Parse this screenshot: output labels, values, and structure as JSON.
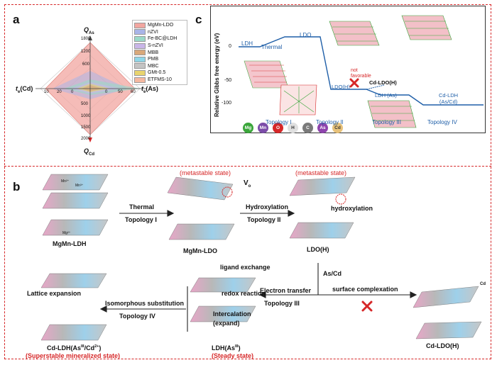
{
  "panel_a": {
    "letter": "a",
    "axes": {
      "top": "Q",
      "top_sub": "As",
      "bottom": "Q",
      "bottom_sub": "Cd",
      "left": "t",
      "left_sub": "e",
      "left_suffix": "(Cd)",
      "right": "t",
      "right_sub": "e",
      "right_suffix": "(As)"
    },
    "ticks_top": [
      "1800",
      "1200",
      "600"
    ],
    "ticks_bottom": [
      "500",
      "1000",
      "1500",
      "2000"
    ],
    "ticks_left": [
      "10",
      "20",
      "0"
    ],
    "ticks_right": [
      "0",
      "50",
      "60"
    ],
    "legend": [
      {
        "label": "MgMn-LDO",
        "color": "#f2a6a0"
      },
      {
        "label": "nZVI",
        "color": "#a9b4e8"
      },
      {
        "label": "Fe-BC@LDH",
        "color": "#9ad9c8"
      },
      {
        "label": "S-nZVI",
        "color": "#c9b6e8"
      },
      {
        "label": "MBB",
        "color": "#d9a87a"
      },
      {
        "label": "PMB",
        "color": "#8fd6e8"
      },
      {
        "label": "MBC",
        "color": "#c4c4c4"
      },
      {
        "label": "GMt-0.5",
        "color": "#e8d46e"
      },
      {
        "label": "ETFMS-10",
        "color": "#f5b8a0"
      }
    ]
  },
  "panel_c": {
    "letter": "c",
    "ylabel": "Relative Gibbs free energy (eV)",
    "yticks": [
      "0",
      "-50",
      "-100"
    ],
    "states": {
      "ldh": "LDH",
      "thermal": "Thermal",
      "ldo": "LDO",
      "ldoh": "LDO(H)",
      "not_favorable_1": "not",
      "not_favorable_2": "favorable",
      "cd_ldoh": "Cd-LDO(H)",
      "ldh_as": "LDH (As)",
      "cd_ldh": "Cd-LDH",
      "cd_ldh_sub": "(As/Cd)"
    },
    "atoms": [
      {
        "symbol": "Mg",
        "color": "#3aa63a"
      },
      {
        "symbol": "Mn",
        "color": "#7b4ca8"
      },
      {
        "symbol": "O",
        "color": "#d62728"
      },
      {
        "symbol": "H",
        "color": "#e0e0e0"
      },
      {
        "symbol": "C",
        "color": "#7a7a7a"
      },
      {
        "symbol": "As",
        "color": "#8e44ad"
      },
      {
        "symbol": "Cd",
        "color": "#e8c27a"
      }
    ],
    "topologies": [
      "Topology I",
      "Topology II",
      "Topology III",
      "Topology IV"
    ]
  },
  "panel_b": {
    "letter": "b",
    "metastable_1": "(metastable state)",
    "metastable_2": "(metastable state)",
    "vo": "V",
    "vo_sub": "o",
    "mn2": "Mn²⁺",
    "mn3": "Mn³⁺",
    "mg2": "Mg²⁺",
    "mgmn_ldh": "MgMn-LDH",
    "thermal": "Thermal",
    "topology1": "Topology I",
    "mgmn_ldo": "MgMn-LDO",
    "hydroxylation_arrow": "Hydroxylation",
    "topology2": "Topology II",
    "hydroxylation": "hydroxylation",
    "ldoh": "LDO(H)",
    "as_cd": "As/Cd",
    "ligand_exchange": "ligand exchange",
    "redox_reaction": "redox reaction",
    "electron_transfer": "Electron transfer",
    "topology3": "Topology III",
    "surface_complexation": "surface complexation",
    "cd_label": "Cd",
    "cd_ldoh": "Cd-LDO(H)",
    "lattice_expansion": "Lattice expansion",
    "isomorphous": "Isomorphous substitution",
    "topology4": "Topology IV",
    "intercalation": "Intercalation",
    "expand": "(expand)",
    "ldh_as": "LDH(As",
    "ldh_as_sup": "III",
    "ldh_as_end": ")",
    "steady": "(Steady state)",
    "cd_ldh_1": "Cd-LDH(As",
    "cd_ldh_sup1": "III",
    "cd_ldh_2": "/Cd",
    "cd_ldh_sup2": "2+",
    "cd_ldh_3": ")",
    "superstable": "(Superstable mineralized state)"
  }
}
